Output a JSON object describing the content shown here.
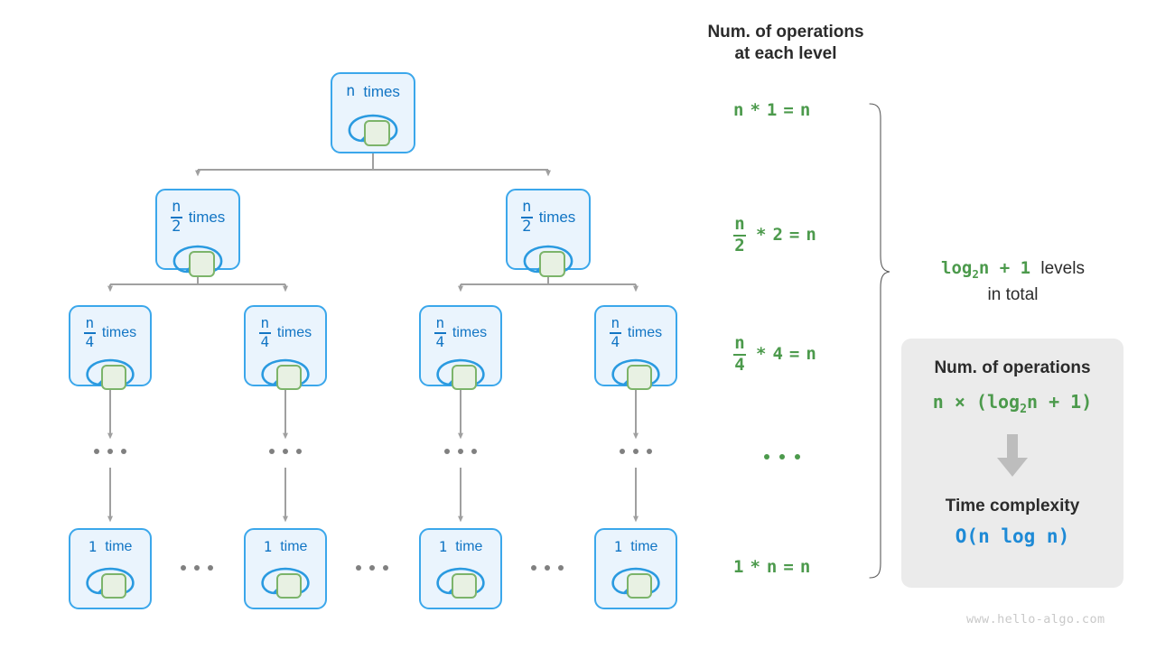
{
  "diagram": {
    "title_lines": [
      "Num. of operations",
      "at each level"
    ],
    "watermark": "www.hello-algo.com",
    "colors": {
      "node_fill": "#eaf4fd",
      "node_border": "#3ba7eb",
      "node_text": "#1275c4",
      "inner_square_fill": "#e8f1e3",
      "inner_square_border": "#7cb46a",
      "connector": "#a0a0a0",
      "formula_green": "#4c9a4c",
      "complexity_blue": "#1e8ad6",
      "summary_bg": "#ebebeb",
      "heading_text": "#2b2b2b",
      "dot_grey": "#808080",
      "watermark": "#c9c9c9"
    },
    "tree_levels": [
      {
        "level": 1,
        "nodes": [
          {
            "numerator": "n",
            "denominator": "",
            "unit": "times",
            "icon": "loop-arrow-icon"
          }
        ]
      },
      {
        "level": 2,
        "nodes": [
          {
            "numerator": "n",
            "denominator": "2",
            "unit": "times",
            "icon": "loop-arrow-icon"
          },
          {
            "numerator": "n",
            "denominator": "2",
            "unit": "times",
            "icon": "loop-arrow-icon"
          }
        ]
      },
      {
        "level": 3,
        "nodes": [
          {
            "numerator": "n",
            "denominator": "4",
            "unit": "times",
            "icon": "loop-arrow-icon"
          },
          {
            "numerator": "n",
            "denominator": "4",
            "unit": "times",
            "icon": "loop-arrow-icon"
          },
          {
            "numerator": "n",
            "denominator": "4",
            "unit": "times",
            "icon": "loop-arrow-icon"
          },
          {
            "numerator": "n",
            "denominator": "4",
            "unit": "times",
            "icon": "loop-arrow-icon"
          }
        ]
      },
      {
        "level": 4,
        "ellipsis": "...",
        "nodes": []
      },
      {
        "level": 5,
        "nodes": [
          {
            "numerator": "1",
            "denominator": "",
            "unit": "time",
            "icon": "loop-arrow-icon"
          },
          {
            "numerator": "1",
            "denominator": "",
            "unit": "time",
            "icon": "loop-arrow-icon"
          },
          {
            "numerator": "1",
            "denominator": "",
            "unit": "time",
            "icon": "loop-arrow-icon"
          },
          {
            "numerator": "1",
            "denominator": "",
            "unit": "time",
            "icon": "loop-arrow-icon"
          }
        ]
      }
    ],
    "operations_column": [
      {
        "numerator": "n",
        "denominator": "",
        "op": "*",
        "factor": "1",
        "eq": "=",
        "result": "n"
      },
      {
        "numerator": "n",
        "denominator": "2",
        "op": "*",
        "factor": "2",
        "eq": "=",
        "result": "n"
      },
      {
        "numerator": "n",
        "denominator": "4",
        "op": "*",
        "factor": "4",
        "eq": "=",
        "result": "n"
      },
      {
        "ellipsis": "..."
      },
      {
        "numerator": "1",
        "denominator": "",
        "op": "*",
        "factor": "n",
        "eq": "=",
        "result": "n"
      }
    ],
    "levels_note": {
      "formula": "log",
      "formula_sub": "2",
      "formula_tail": "n + 1",
      "text_after": "levels",
      "line2": "in total"
    },
    "summary": {
      "operations_title": "Num. of operations",
      "operations_formula_pre": "n × (log",
      "operations_formula_sub": "2",
      "operations_formula_post": "n + 1)",
      "arrow_icon": "down-arrow-icon",
      "complexity_title": "Time complexity",
      "complexity_value": "O(n log n)"
    }
  }
}
